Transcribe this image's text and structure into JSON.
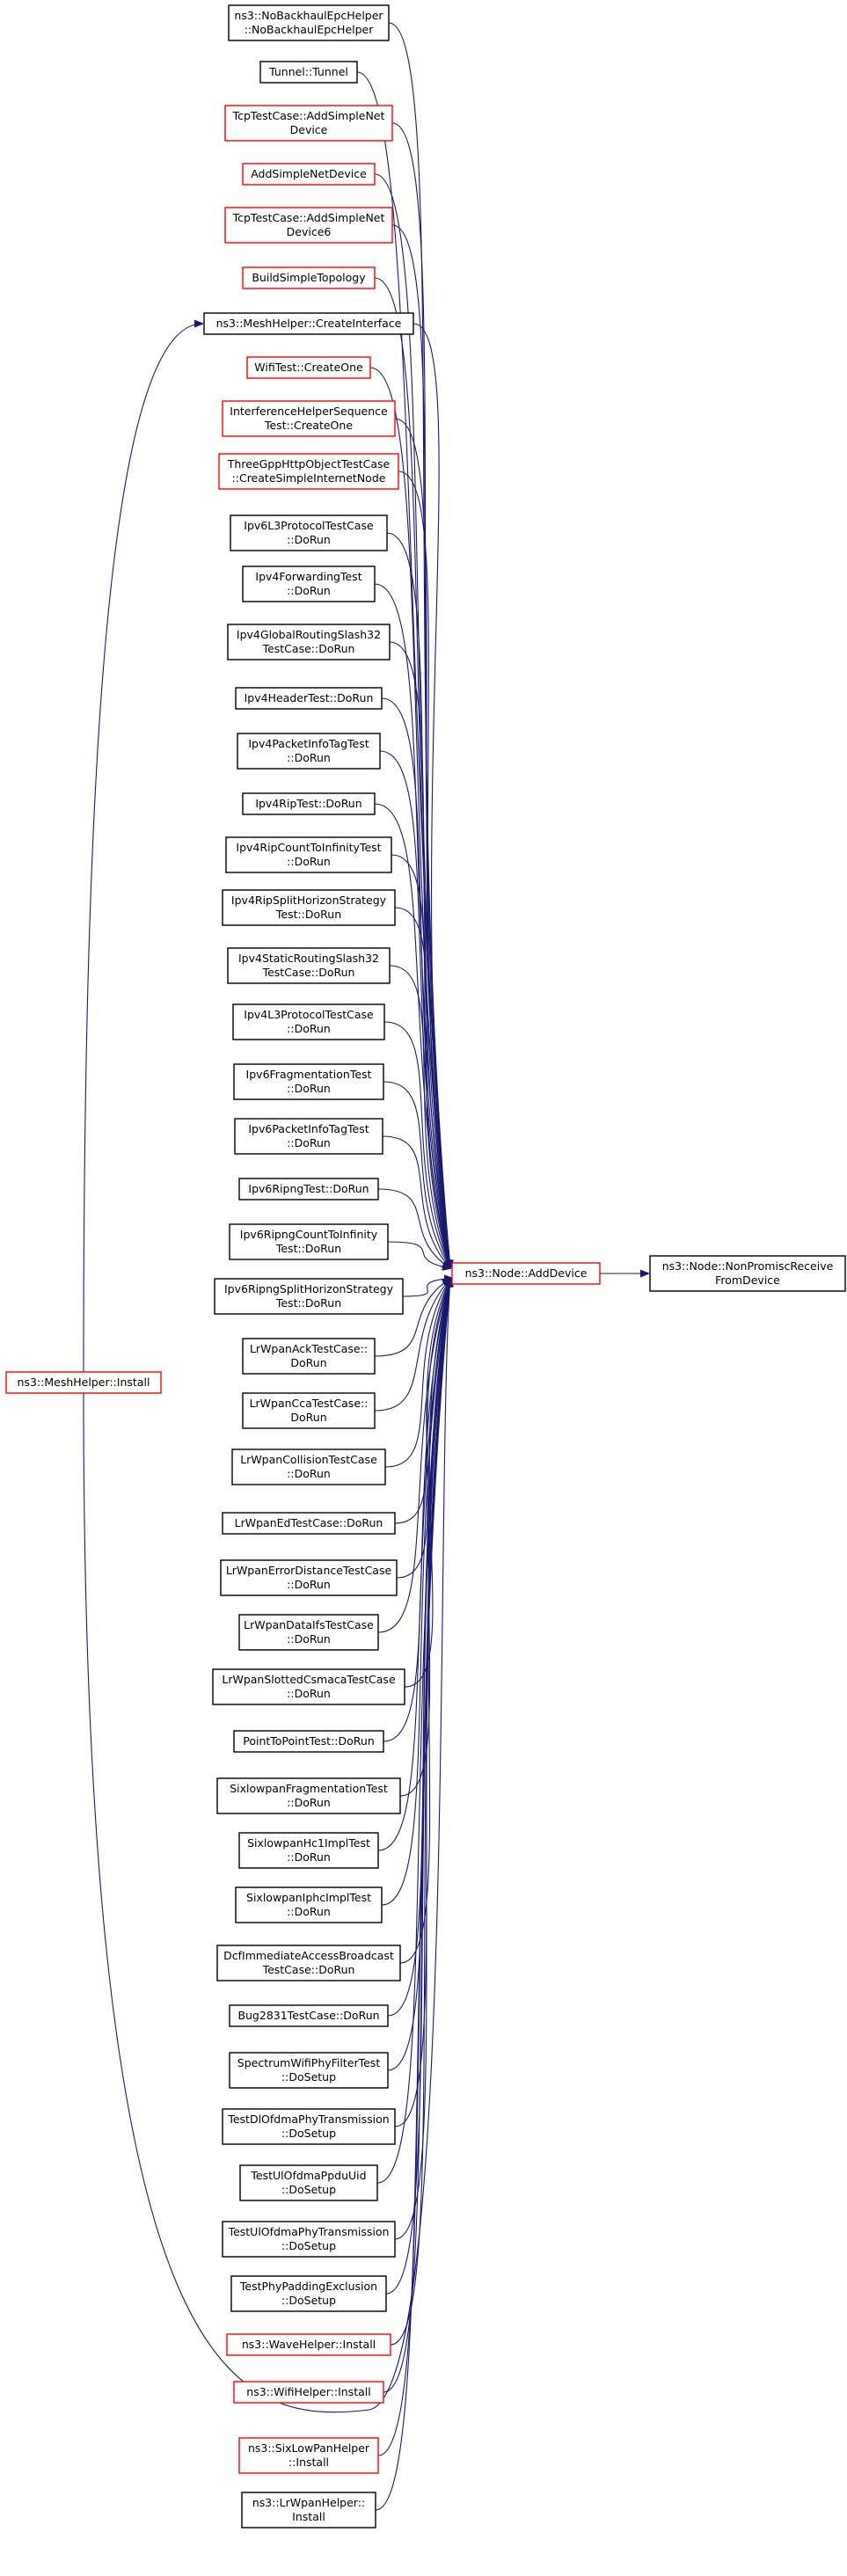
{
  "colors": {
    "edge": "#191970",
    "border_default": "#000000",
    "border_undocumented": "#ff0000",
    "target_fill": "#bfbfbf",
    "background": "#ffffff"
  },
  "target": {
    "lines": [
      "ns3::Node::NonPromiscReceive",
      "FromDevice"
    ]
  },
  "center": {
    "lines": [
      "ns3::Node::AddDevice"
    ]
  },
  "mesh_install": {
    "lines": [
      "ns3::MeshHelper::Install"
    ]
  },
  "callers": [
    {
      "id": "c0",
      "lines": [
        "ns3::NoBackhaulEpcHelper",
        "::NoBackhaulEpcHelper"
      ],
      "border": "black"
    },
    {
      "id": "c1",
      "lines": [
        "Tunnel::Tunnel"
      ],
      "border": "black"
    },
    {
      "id": "c2",
      "lines": [
        "TcpTestCase::AddSimpleNet",
        "Device"
      ],
      "border": "red"
    },
    {
      "id": "c3",
      "lines": [
        "AddSimpleNetDevice"
      ],
      "border": "red"
    },
    {
      "id": "c4",
      "lines": [
        "TcpTestCase::AddSimpleNet",
        "Device6"
      ],
      "border": "red"
    },
    {
      "id": "c5",
      "lines": [
        "BuildSimpleTopology"
      ],
      "border": "red"
    },
    {
      "id": "c6",
      "lines": [
        "ns3::MeshHelper::CreateInterface"
      ],
      "border": "black"
    },
    {
      "id": "c7",
      "lines": [
        "WifiTest::CreateOne"
      ],
      "border": "red"
    },
    {
      "id": "c8",
      "lines": [
        "InterferenceHelperSequence",
        "Test::CreateOne"
      ],
      "border": "red"
    },
    {
      "id": "c9",
      "lines": [
        "ThreeGppHttpObjectTestCase",
        "::CreateSimpleInternetNode"
      ],
      "border": "red"
    },
    {
      "id": "c10",
      "lines": [
        "Ipv6L3ProtocolTestCase",
        "::DoRun"
      ],
      "border": "black"
    },
    {
      "id": "c11",
      "lines": [
        "Ipv4ForwardingTest",
        "::DoRun"
      ],
      "border": "black"
    },
    {
      "id": "c12",
      "lines": [
        "Ipv4GlobalRoutingSlash32",
        "TestCase::DoRun"
      ],
      "border": "black"
    },
    {
      "id": "c13",
      "lines": [
        "Ipv4HeaderTest::DoRun"
      ],
      "border": "black"
    },
    {
      "id": "c14",
      "lines": [
        "Ipv4PacketInfoTagTest",
        "::DoRun"
      ],
      "border": "black"
    },
    {
      "id": "c15",
      "lines": [
        "Ipv4RipTest::DoRun"
      ],
      "border": "black"
    },
    {
      "id": "c16",
      "lines": [
        "Ipv4RipCountToInfinityTest",
        "::DoRun"
      ],
      "border": "black"
    },
    {
      "id": "c17",
      "lines": [
        "Ipv4RipSplitHorizonStrategy",
        "Test::DoRun"
      ],
      "border": "black"
    },
    {
      "id": "c18",
      "lines": [
        "Ipv4StaticRoutingSlash32",
        "TestCase::DoRun"
      ],
      "border": "black"
    },
    {
      "id": "c19",
      "lines": [
        "Ipv4L3ProtocolTestCase",
        "::DoRun"
      ],
      "border": "black"
    },
    {
      "id": "c20",
      "lines": [
        "Ipv6FragmentationTest",
        "::DoRun"
      ],
      "border": "black"
    },
    {
      "id": "c21",
      "lines": [
        "Ipv6PacketInfoTagTest",
        "::DoRun"
      ],
      "border": "black"
    },
    {
      "id": "c22",
      "lines": [
        "Ipv6RipngTest::DoRun"
      ],
      "border": "black"
    },
    {
      "id": "c23",
      "lines": [
        "Ipv6RipngCountToInfinity",
        "Test::DoRun"
      ],
      "border": "black"
    },
    {
      "id": "c24",
      "lines": [
        "Ipv6RipngSplitHorizonStrategy",
        "Test::DoRun"
      ],
      "border": "black"
    },
    {
      "id": "c25",
      "lines": [
        "LrWpanAckTestCase::",
        "DoRun"
      ],
      "border": "black"
    },
    {
      "id": "c26",
      "lines": [
        "LrWpanCcaTestCase::",
        "DoRun"
      ],
      "border": "black"
    },
    {
      "id": "c27",
      "lines": [
        "LrWpanCollisionTestCase",
        "::DoRun"
      ],
      "border": "black"
    },
    {
      "id": "c28",
      "lines": [
        "LrWpanEdTestCase::DoRun"
      ],
      "border": "black"
    },
    {
      "id": "c29",
      "lines": [
        "LrWpanErrorDistanceTestCase",
        "::DoRun"
      ],
      "border": "black"
    },
    {
      "id": "c30",
      "lines": [
        "LrWpanDataIfsTestCase",
        "::DoRun"
      ],
      "border": "black"
    },
    {
      "id": "c31",
      "lines": [
        "LrWpanSlottedCsmacaTestCase",
        "::DoRun"
      ],
      "border": "black"
    },
    {
      "id": "c32",
      "lines": [
        "PointToPointTest::DoRun"
      ],
      "border": "black"
    },
    {
      "id": "c33",
      "lines": [
        "SixlowpanFragmentationTest",
        "::DoRun"
      ],
      "border": "black"
    },
    {
      "id": "c34",
      "lines": [
        "SixlowpanHc1ImplTest",
        "::DoRun"
      ],
      "border": "black"
    },
    {
      "id": "c35",
      "lines": [
        "SixlowpanIphcImplTest",
        "::DoRun"
      ],
      "border": "black"
    },
    {
      "id": "c36",
      "lines": [
        "DcfImmediateAccessBroadcast",
        "TestCase::DoRun"
      ],
      "border": "black"
    },
    {
      "id": "c37",
      "lines": [
        "Bug2831TestCase::DoRun"
      ],
      "border": "black"
    },
    {
      "id": "c38",
      "lines": [
        "SpectrumWifiPhyFilterTest",
        "::DoSetup"
      ],
      "border": "black"
    },
    {
      "id": "c39",
      "lines": [
        "TestDlOfdmaPhyTransmission",
        "::DoSetup"
      ],
      "border": "black"
    },
    {
      "id": "c40",
      "lines": [
        "TestUlOfdmaPpduUid",
        "::DoSetup"
      ],
      "border": "black"
    },
    {
      "id": "c41",
      "lines": [
        "TestUlOfdmaPhyTransmission",
        "::DoSetup"
      ],
      "border": "black"
    },
    {
      "id": "c42",
      "lines": [
        "TestPhyPaddingExclusion",
        "::DoSetup"
      ],
      "border": "black"
    },
    {
      "id": "c43",
      "lines": [
        "ns3::WaveHelper::Install"
      ],
      "border": "red"
    },
    {
      "id": "c44",
      "lines": [
        "ns3::WifiHelper::Install"
      ],
      "border": "red"
    },
    {
      "id": "c45",
      "lines": [
        "ns3::SixLowPanHelper",
        "::Install"
      ],
      "border": "red"
    },
    {
      "id": "c46",
      "lines": [
        "ns3::LrWpanHelper::",
        "Install"
      ],
      "border": "black"
    }
  ]
}
